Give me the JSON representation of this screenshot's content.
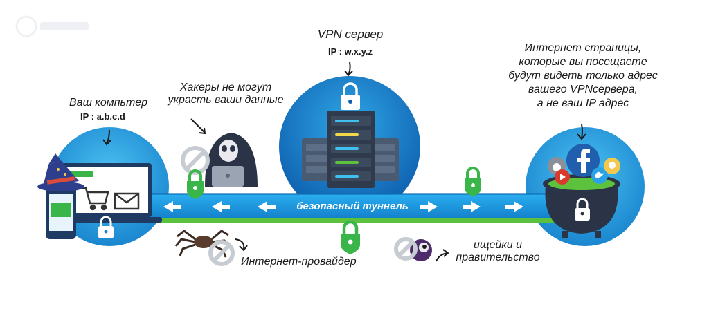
{
  "vpn_server": {
    "title": "VPN сервер",
    "ip": "IP : w.x.y.z"
  },
  "computer": {
    "title": "Ваш компьтер",
    "ip": "IP : a.b.c.d"
  },
  "hackers": {
    "line1": "Хакеры не могут",
    "line2": "украсть ваши данные"
  },
  "websites": {
    "lines": [
      "Интернет страницы,",
      "которые вы посещаете",
      "будут видеть только адрес",
      "вашего VPNсервера,",
      "а не ваш IP адрес"
    ]
  },
  "tunnel": {
    "label": "безопасный туннель"
  },
  "isp": {
    "label": "Интернет-провайдер"
  },
  "spies": {
    "line1": "ищейки и",
    "line2": "правительство"
  },
  "colors": {
    "tunnel_blue": "#1e9ee0",
    "circle_blue": "#2ba8e6",
    "lock_green": "#3ab54a",
    "pipe_green": "#5cc23d",
    "server_dark": "#2f3b4c"
  }
}
